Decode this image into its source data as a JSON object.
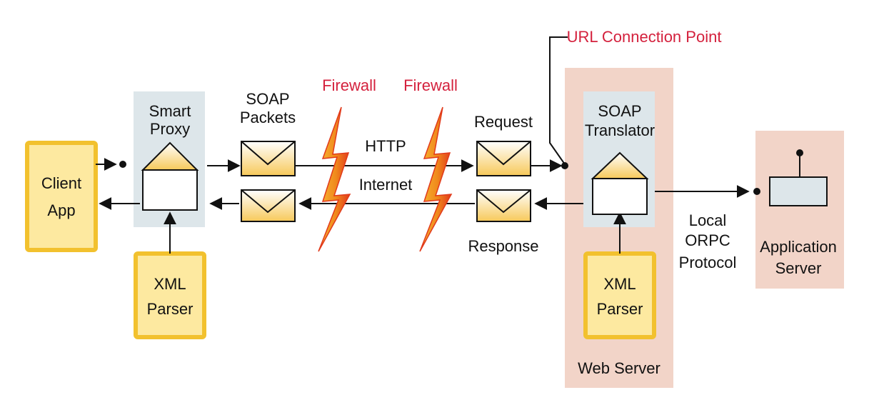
{
  "labels": {
    "url_connection_point": "URL Connection Point",
    "firewall_1": "Firewall",
    "firewall_2": "Firewall",
    "smart_proxy_line1": "Smart",
    "smart_proxy_line2": "Proxy",
    "soap_packets_line1": "SOAP",
    "soap_packets_line2": "Packets",
    "http": "HTTP",
    "internet": "Internet",
    "request": "Request",
    "response": "Response",
    "soap_translator_line1": "SOAP",
    "soap_translator_line2": "Translator",
    "client_app_line1": "Client",
    "client_app_line2": "App",
    "xml_parser_left_line1": "XML",
    "xml_parser_left_line2": "Parser",
    "xml_parser_right_line1": "XML",
    "xml_parser_right_line2": "Parser",
    "web_server": "Web Server",
    "local_line1": "Local",
    "local_line2": "ORPC",
    "local_line3": "Protocol",
    "application_server_line1": "Application",
    "application_server_line2": "Server"
  },
  "colors": {
    "firewall_red": "#d4213d",
    "bolt_fill": "#f5a623",
    "bolt_edge": "#e8401c",
    "yellow_box": "#fde9a0",
    "yellow_border": "#f2c12e",
    "proxy_panel": "#dde6ea",
    "server_panel": "#f2d4c8",
    "envelope_tint": "#fbe3a6"
  }
}
